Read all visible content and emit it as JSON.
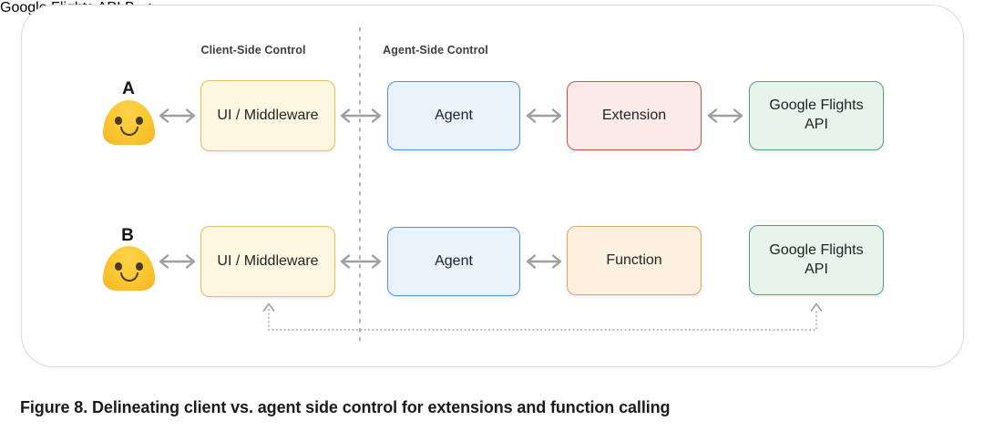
{
  "header": {
    "client_side_label": "Client-Side Control",
    "agent_side_label": "Agent-Side Control"
  },
  "rows": {
    "a": {
      "user_label": "A",
      "user_icon": "blob-smiley-emoji",
      "boxes": {
        "ui": "UI / Middleware",
        "agent": "Agent",
        "tool": "Extension",
        "api": "Google Flights API"
      }
    },
    "b": {
      "user_label": "B",
      "user_icon": "blob-smiley-emoji",
      "boxes": {
        "ui": "UI / Middleware",
        "agent": "Agent",
        "tool": "Function",
        "api": "Google Flights API"
      },
      "callback_connector": "dotted line from UI / Middleware to Google Flights API"
    }
  },
  "icons": {
    "connector": "bidirectional-arrow-icon",
    "user": "blob-smiley-emoji"
  },
  "colors": {
    "ui_fill": "#FDF6E1",
    "ui_border": "#E6BF63",
    "agent_fill": "#E9F1FA",
    "agent_border": "#5B93CE",
    "extension_fill": "#FBEAE7",
    "extension_border": "#C5574E",
    "function_fill": "#FCF0DF",
    "function_border": "#DFA55C",
    "api_fill": "#E7F3EB",
    "api_border": "#54A176",
    "arrow_gray": "#9AA0A6",
    "dotted_gray": "#ADADAD",
    "divider_gray": "#B4B4B4",
    "frame_border": "#DBDBDB",
    "emoji_body": "#FBC62F",
    "emoji_face": "#463A2B",
    "text_dark": "#1F2125"
  },
  "caption": "Figure 8. Delineating client vs. agent side control for extensions and function calling"
}
